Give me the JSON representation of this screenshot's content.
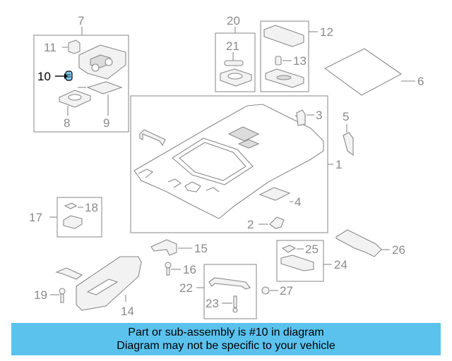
{
  "callouts": {
    "n1": "1",
    "n2": "2",
    "n3": "3",
    "n4": "4",
    "n5": "5",
    "n6": "6",
    "n7": "7",
    "n8": "8",
    "n9": "9",
    "n10": "10",
    "n11": "11",
    "n12": "12",
    "n13": "13",
    "n14": "14",
    "n15": "15",
    "n16": "16",
    "n17": "17",
    "n18": "18",
    "n19": "19",
    "n20": "20",
    "n21": "21",
    "n22": "22",
    "n23": "23",
    "n24": "24",
    "n25": "25",
    "n26": "26",
    "n27": "27"
  },
  "highlighted_part": "10",
  "colors": {
    "banner": "#5bc2ee",
    "line": "#8a8a8a",
    "highlight": "#000000",
    "highlight_part": "#7cc6ea"
  },
  "banner": {
    "line1": "Part or sub-assembly is #10 in diagram",
    "line2": "Diagram may not be specific to your vehicle"
  }
}
